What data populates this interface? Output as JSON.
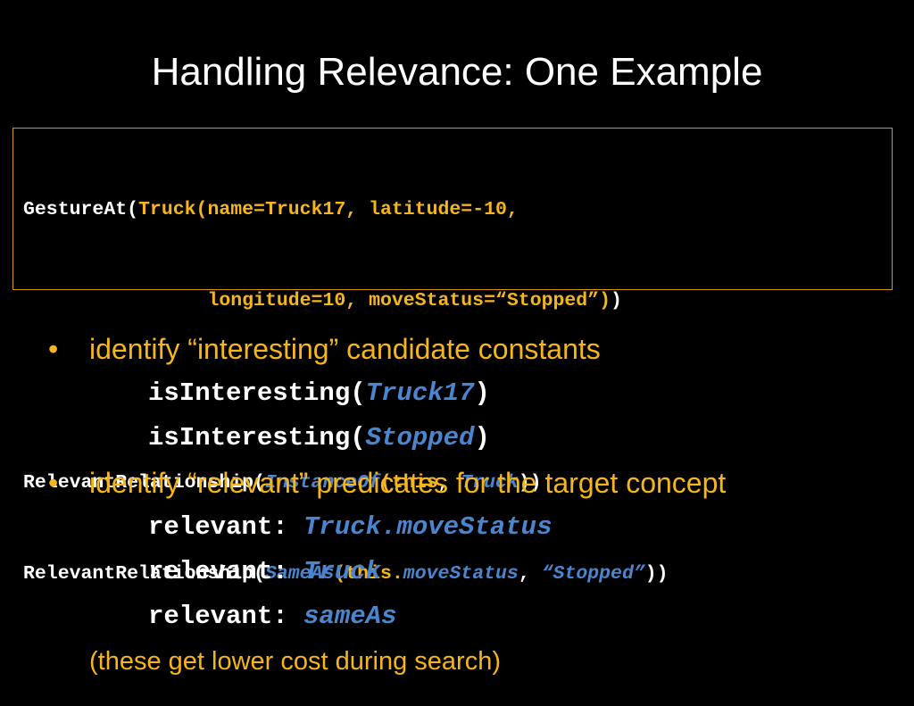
{
  "title": "Handling Relevance: One Example",
  "code": {
    "line1": {
      "fn": "GestureAt(",
      "args": "Truck(name=Truck17, latitude=-10,"
    },
    "line2": {
      "indent": "                ",
      "args": "longitude=10, moveStatus=“Stopped”)",
      "close": ")"
    },
    "line4": {
      "fn": "RelevantRelationship(",
      "pred": "InstanceOf",
      "open": "(",
      "arg1": "this",
      "sep": ", ",
      "arg2": "Truck",
      "close": "))"
    },
    "line5": {
      "fn": "RelevantRelationship(",
      "pred": "SameAs",
      "open": "(",
      "arg1a": "this.",
      "arg1b": "moveStatus",
      "sep": ", ",
      "arg2": "“Stopped”",
      "close": "))"
    }
  },
  "bullets": [
    {
      "text": "identify “interesting” candidate constants",
      "items": [
        {
          "prefix": "isInteresting(",
          "value": "Truck17",
          "suffix": ")"
        },
        {
          "prefix": "isInteresting(",
          "value": "Stopped",
          "suffix": ")"
        }
      ]
    },
    {
      "text": "identify “relevant” predicates for the target concept",
      "items": [
        {
          "prefix": "relevant: ",
          "value": "Truck.moveStatus"
        },
        {
          "prefix": "relevant: ",
          "value": "Truck"
        },
        {
          "prefix": "relevant: ",
          "value": "sameAs"
        }
      ]
    }
  ],
  "bullet_glyph": "•",
  "note": "(these get lower cost during search)",
  "colors": {
    "background": "#000000",
    "highlight": "#f5b51b",
    "link_blue": "#4a86d0",
    "box_border": "#d79b00"
  }
}
